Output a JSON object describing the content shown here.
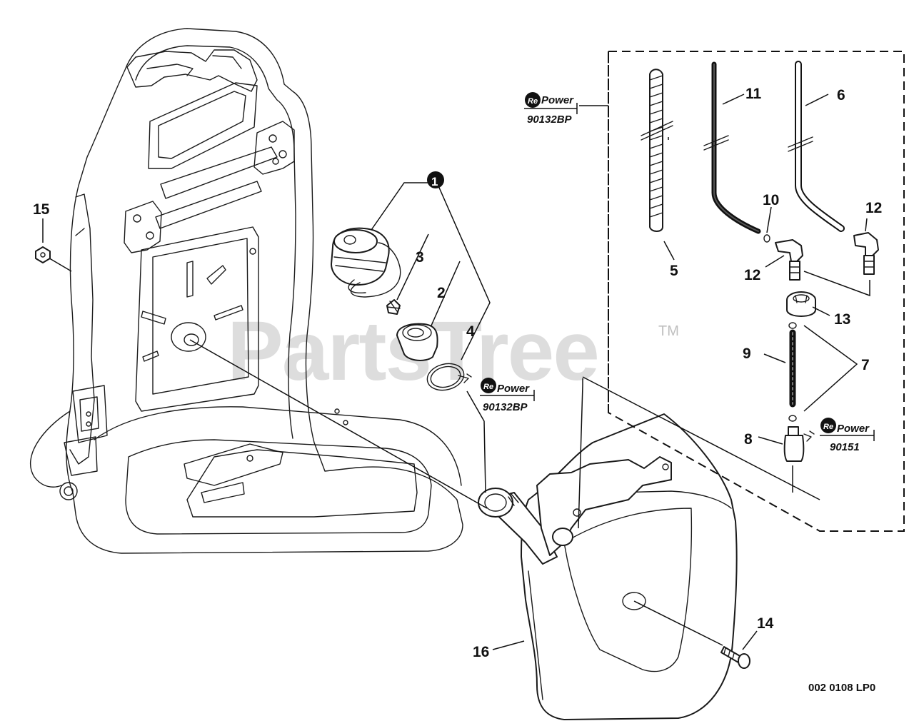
{
  "watermark": {
    "text": "PartsTree",
    "tm": "TM"
  },
  "drawing_code": "002 0108 LP0",
  "kit_marks": [
    {
      "brand": "Power",
      "badge": "Re",
      "part": "90132BP"
    },
    {
      "brand": "Power",
      "badge": "Re",
      "part": "90132BP"
    },
    {
      "brand": "Power",
      "badge": "Re",
      "part": "90151"
    }
  ],
  "callouts": {
    "c1": "1",
    "c2": "2",
    "c3": "3",
    "c4": "4",
    "c5": "5",
    "c6": "6",
    "c7": "7",
    "c8": "8",
    "c9": "9",
    "c10": "10",
    "c11": "11",
    "c12a": "12",
    "c12b": "12",
    "c13": "13",
    "c14": "14",
    "c15": "15",
    "c16": "16"
  }
}
